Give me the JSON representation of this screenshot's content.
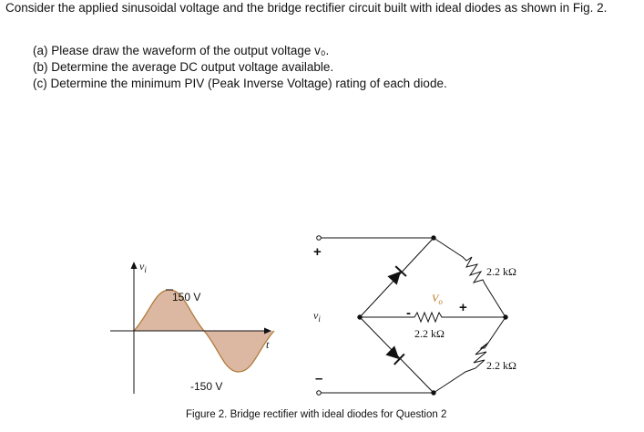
{
  "problem": {
    "statement": "Consider the applied sinusoidal voltage and the bridge rectifier circuit built with ideal diodes as shown in Fig. 2.",
    "parts": [
      "(a) Please draw the waveform of the output voltage v₀.",
      "(b) Determine the average DC output voltage available.",
      "(c) Determine the minimum PIV (Peak Inverse Voltage) rating of each diode."
    ]
  },
  "waveform": {
    "y_axis_label": "v",
    "y_axis_sub": "i",
    "x_axis_label": "t",
    "positive_peak_label": "150 V",
    "negative_peak_label": "-150 V",
    "fill_color": "#dcb8a3"
  },
  "circuit": {
    "input_plus": "+",
    "input_minus": "–",
    "input_label": "v",
    "input_label_sub": "i",
    "output_label": "V",
    "output_label_sub": "o",
    "output_minus": "-",
    "output_plus": "+",
    "load_resistor": "2.2 kΩ",
    "upper_right_resistor": "2.2 kΩ",
    "lower_right_resistor": "2.2 kΩ",
    "output_label_color": "#c07a2a"
  },
  "caption": "Figure 2. Bridge rectifier with ideal diodes for Question 2"
}
